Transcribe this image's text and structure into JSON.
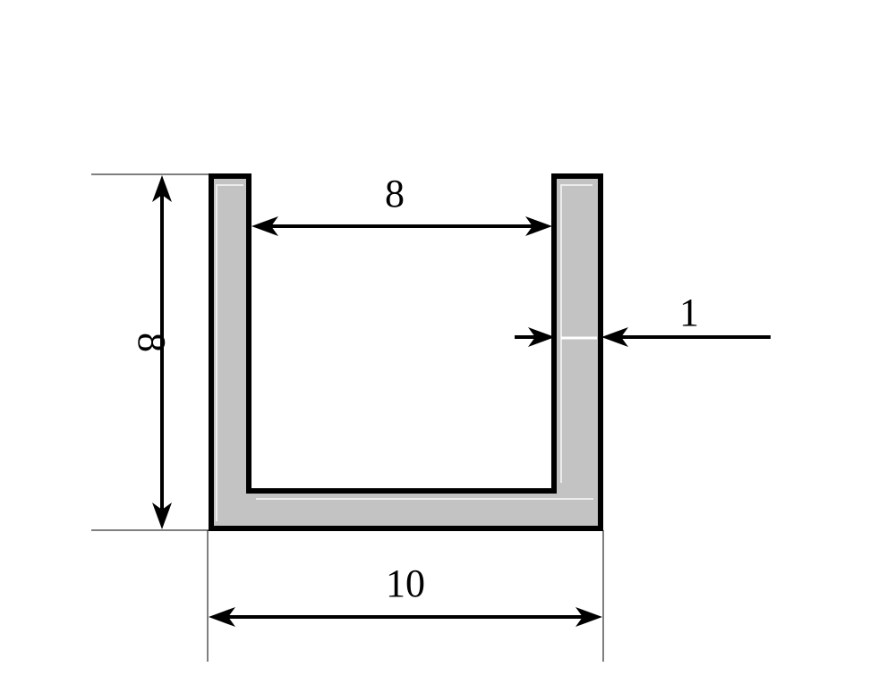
{
  "diagram": {
    "type": "u-channel-profile-cross-section",
    "colors": {
      "fill": "#c3c3c3",
      "outline": "#000000",
      "background": "#ffffff"
    },
    "dimensions": {
      "height": "8",
      "inner_width": "8",
      "outer_width": "10",
      "wall_thickness": "1"
    }
  }
}
